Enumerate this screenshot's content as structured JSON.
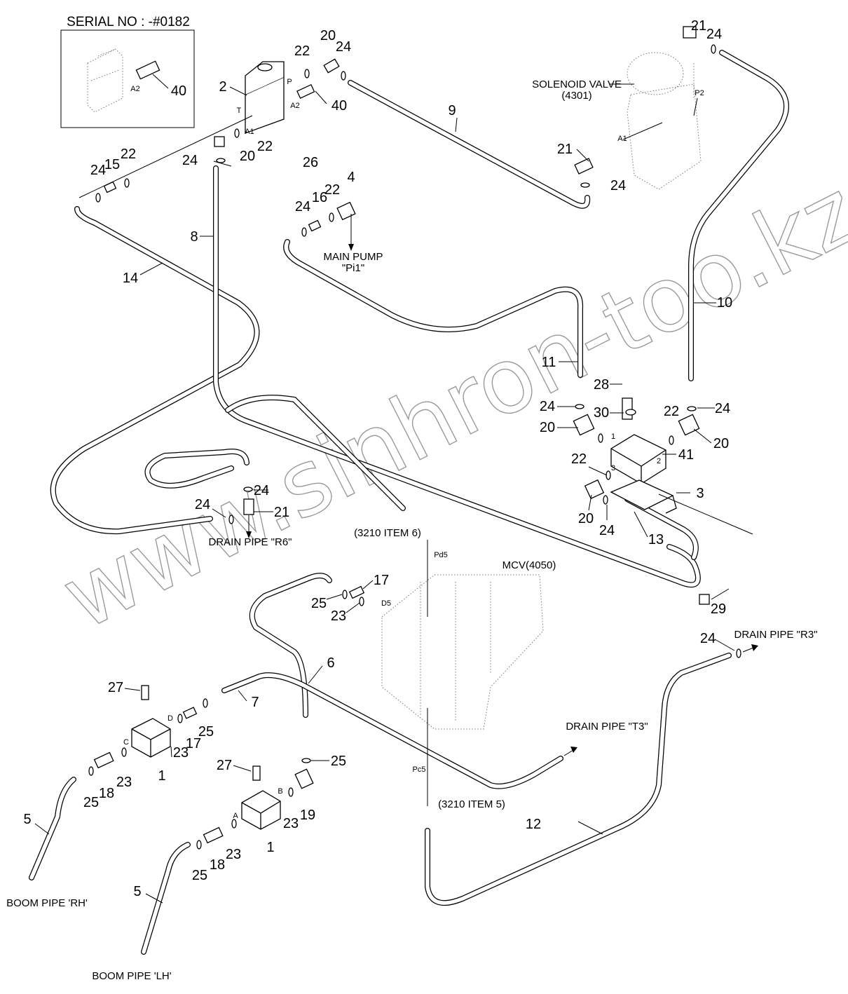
{
  "serial_box": {
    "title": "SERIAL NO : -#0182"
  },
  "watermark": "www.sinhron-too.kz",
  "callouts": [
    "40",
    "A2",
    "2",
    "P",
    "T",
    "A1",
    "A2",
    "40",
    "22",
    "20",
    "24",
    "22",
    "20",
    "24",
    "26",
    "24",
    "15",
    "22",
    "9",
    "SOLENOID VALVE",
    "(4301)",
    "21",
    "24",
    "P2",
    "A1",
    "21",
    "24",
    "4",
    "24",
    "16",
    "22",
    "MAIN PUMP",
    "\"Pi1\"",
    "8",
    "14",
    "10",
    "11",
    "28",
    "24",
    "30",
    "22",
    "24",
    "20",
    "20",
    "1",
    "2",
    "41",
    "22",
    "3",
    "3",
    "20",
    "24",
    "13",
    "24",
    "24",
    "21",
    "DRAIN PIPE \"R6\"",
    "(3210 ITEM 6)",
    "Pd5",
    "MCV(4050)",
    "29",
    "17",
    "25",
    "23",
    "D5",
    "6",
    "24",
    "DRAIN PIPE \"R3\"",
    "27",
    "7",
    "D",
    "C",
    "17",
    "25",
    "23",
    "1",
    "25",
    "18",
    "23",
    "DRAIN PIPE \"T3\"",
    "27",
    "25",
    "B",
    "A",
    "19",
    "23",
    "1",
    "Pc5",
    "(3210 ITEM 5)",
    "12",
    "5",
    "BOOM PIPE 'RH'",
    "18",
    "23",
    "25",
    "5",
    "BOOM PIPE 'LH'"
  ]
}
